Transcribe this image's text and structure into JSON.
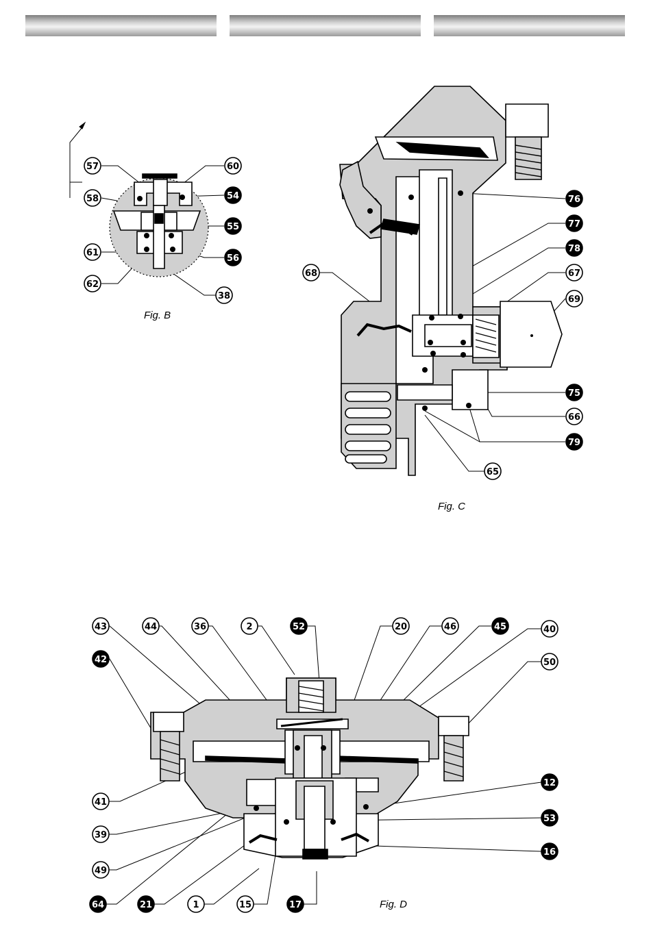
{
  "captions": {
    "fig_b": "Fig. B",
    "fig_c": "Fig. C",
    "fig_d": "Fig. D"
  },
  "colors": {
    "body_fill": "#d0d0d0",
    "ink": "#000000",
    "header_band": "#bdbdbd"
  },
  "callouts": {
    "fig_b": [
      {
        "id": "c57",
        "num": "57",
        "solid": false
      },
      {
        "id": "c58",
        "num": "58",
        "solid": false
      },
      {
        "id": "c60",
        "num": "60",
        "solid": false
      },
      {
        "id": "c54",
        "num": "54",
        "solid": true
      },
      {
        "id": "c55",
        "num": "55",
        "solid": true
      },
      {
        "id": "c61",
        "num": "61",
        "solid": false
      },
      {
        "id": "c56",
        "num": "56",
        "solid": true
      },
      {
        "id": "c62",
        "num": "62",
        "solid": false
      },
      {
        "id": "c38",
        "num": "38",
        "solid": false
      }
    ],
    "fig_c": [
      {
        "id": "c76",
        "num": "76",
        "solid": true
      },
      {
        "id": "c77",
        "num": "77",
        "solid": true
      },
      {
        "id": "c78",
        "num": "78",
        "solid": true
      },
      {
        "id": "c68",
        "num": "68",
        "solid": false
      },
      {
        "id": "c67",
        "num": "67",
        "solid": false
      },
      {
        "id": "c69",
        "num": "69",
        "solid": false
      },
      {
        "id": "c75",
        "num": "75",
        "solid": true
      },
      {
        "id": "c66",
        "num": "66",
        "solid": false
      },
      {
        "id": "c79",
        "num": "79",
        "solid": true
      },
      {
        "id": "c65",
        "num": "65",
        "solid": false
      }
    ],
    "fig_d": [
      {
        "id": "c43",
        "num": "43",
        "solid": false
      },
      {
        "id": "c44",
        "num": "44",
        "solid": false
      },
      {
        "id": "c36",
        "num": "36",
        "solid": false
      },
      {
        "id": "c2",
        "num": "2",
        "solid": false
      },
      {
        "id": "c52",
        "num": "52",
        "solid": true
      },
      {
        "id": "c20",
        "num": "20",
        "solid": false
      },
      {
        "id": "c46",
        "num": "46",
        "solid": false
      },
      {
        "id": "c45",
        "num": "45",
        "solid": true
      },
      {
        "id": "c40",
        "num": "40",
        "solid": false
      },
      {
        "id": "c42",
        "num": "42",
        "solid": true
      },
      {
        "id": "c50",
        "num": "50",
        "solid": false
      },
      {
        "id": "c12",
        "num": "12",
        "solid": true
      },
      {
        "id": "c41",
        "num": "41",
        "solid": false
      },
      {
        "id": "c53",
        "num": "53",
        "solid": true
      },
      {
        "id": "c39",
        "num": "39",
        "solid": false
      },
      {
        "id": "c16",
        "num": "16",
        "solid": true
      },
      {
        "id": "c49",
        "num": "49",
        "solid": false
      },
      {
        "id": "c64",
        "num": "64",
        "solid": true
      },
      {
        "id": "c21",
        "num": "21",
        "solid": true
      },
      {
        "id": "c1",
        "num": "1",
        "solid": false
      },
      {
        "id": "c15",
        "num": "15",
        "solid": false
      },
      {
        "id": "c17",
        "num": "17",
        "solid": true
      }
    ]
  }
}
